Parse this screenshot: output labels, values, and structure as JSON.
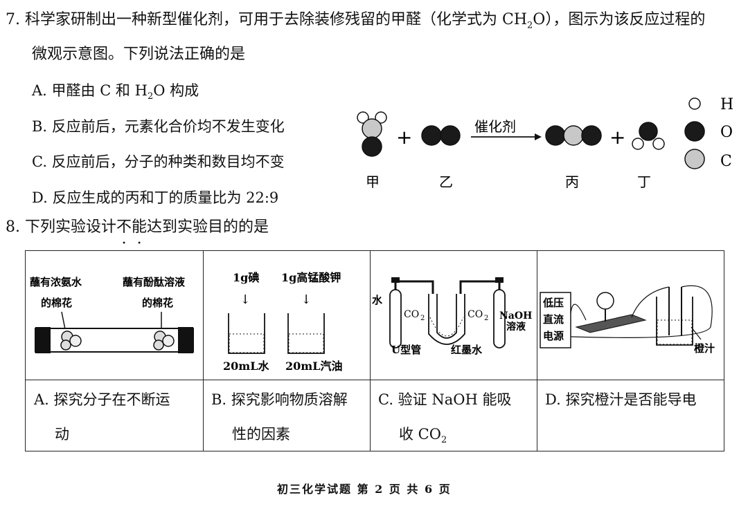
{
  "q7": {
    "number": "7.",
    "stem_line1_pre": "科学家研制出一种新型催化剂，可用于去除装修残留的甲醛（化学式为 CH",
    "stem_sub": "2",
    "stem_line1_post": "O），图示为该反应过程的",
    "stem_line2": "微观示意图。下列说法正确的是",
    "options": [
      {
        "pre": "A. 甲醛由 C 和 H",
        "sub": "2",
        "post": "O 构成"
      },
      {
        "pre": "B. 反应前后，元素化合价均不发生变化",
        "sub": "",
        "post": ""
      },
      {
        "pre": "C. 反应前后，分子的种类和数目均不变",
        "sub": "",
        "post": ""
      },
      {
        "pre": "D. 反应生成的丙和丁的质量比为 22:9",
        "sub": "",
        "post": ""
      }
    ],
    "diagram": {
      "plus1": "+",
      "plus2": "+",
      "catalyst": "催化剂",
      "labels": [
        "甲",
        "乙",
        "丙",
        "丁"
      ],
      "legend": [
        "H",
        "O",
        "C"
      ]
    }
  },
  "q8": {
    "number": "8.",
    "stem_pre": "下列实验设计",
    "stem_emph1": "不",
    "stem_emph2": "能",
    "stem_post": "达到实验目的的是",
    "cellA": {
      "label_left_1": "蘸有浓氨水",
      "label_left_2": "的棉花",
      "label_right_1": "蘸有酚酞溶液",
      "label_right_2": "的棉花"
    },
    "cellB": {
      "top_left": "1g碘",
      "top_right": "1g高锰酸钾",
      "bottom_left": "20mL水",
      "bottom_right": "20mL汽油"
    },
    "cellC": {
      "water": "水",
      "co2_left": "CO",
      "co2_right": "CO",
      "sub": "2",
      "naoh_1": "NaOH",
      "naoh_2": "溶液",
      "u_tube": "U型管",
      "red_ink": "红墨水"
    },
    "cellD": {
      "power_1": "低压",
      "power_2": "直流",
      "power_3": "电源",
      "juice": "橙汁"
    },
    "answers": {
      "A_1": "A. 探究分子在不断运",
      "A_2": "动",
      "B_1": "B. 探究影响物质溶解",
      "B_2": "性的因素",
      "C_1": "C. 验证 NaOH 能吸",
      "C_2_pre": "收 CO",
      "C_2_sub": "2",
      "D_1": "D. 探究橙汁是否能导电"
    }
  },
  "footer": "初三化学试题 第 2 页 共 6 页"
}
